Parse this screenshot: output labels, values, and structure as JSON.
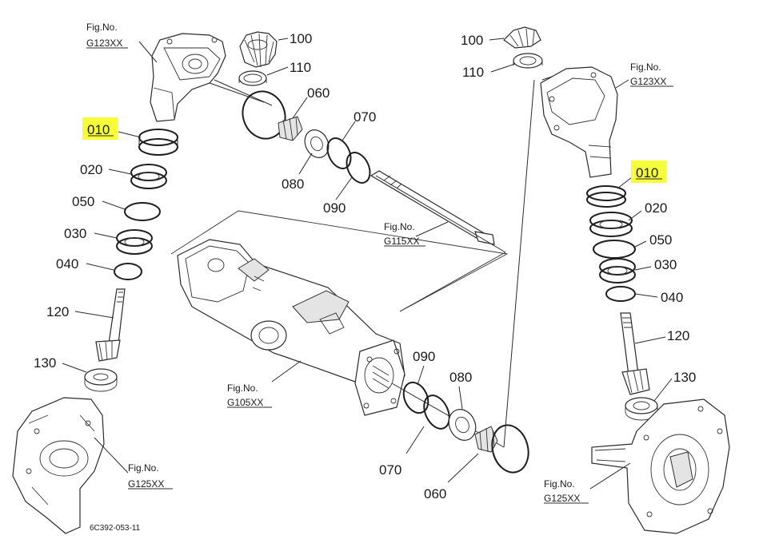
{
  "diagram": {
    "drawing_code": "6C392-053-11",
    "colors": {
      "highlight": "#f6ff3a",
      "line": "#2b2b2b",
      "background": "#ffffff"
    },
    "left_assembly": {
      "fig_top": {
        "title": "Fig.No.",
        "code": "G123XX"
      },
      "fig_bottom": {
        "title": "Fig.No.",
        "code": "G125XX"
      },
      "labels": {
        "p010": "010",
        "p020": "020",
        "p050": "050",
        "p030": "030",
        "p040": "040",
        "p120": "120",
        "p130": "130",
        "p100": "100",
        "p110": "110"
      }
    },
    "center_assembly": {
      "fig_shaft": {
        "title": "Fig.No.",
        "code": "G115XX"
      },
      "fig_axle": {
        "title": "Fig.No.",
        "code": "G105XX"
      },
      "labels": {
        "p060_top": "060",
        "p070_top": "070",
        "p080_top": "080",
        "p090_top": "090",
        "p090_bottom": "090",
        "p080_bottom": "080",
        "p070_bottom": "070",
        "p060_bottom": "060"
      }
    },
    "right_assembly": {
      "fig_top": {
        "title": "Fig.No.",
        "code": "G123XX"
      },
      "fig_bottom": {
        "title": "Fig.No.",
        "code": "G125XX"
      },
      "labels": {
        "p100": "100",
        "p110": "110",
        "p010": "010",
        "p020": "020",
        "p050": "050",
        "p030": "030",
        "p040": "040",
        "p120": "120",
        "p130": "130"
      }
    }
  }
}
